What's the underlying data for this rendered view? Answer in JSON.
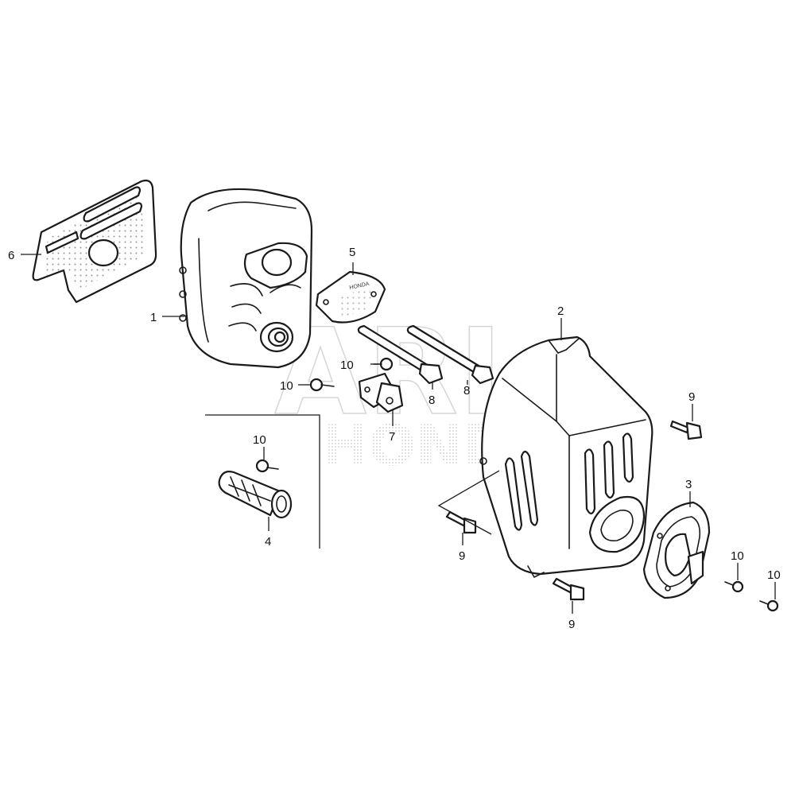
{
  "watermark": {
    "line1": "ARI",
    "line2": "HONDA"
  },
  "plate_text": "HONDA",
  "callouts": {
    "c1": "1",
    "c2": "2",
    "c3": "3",
    "c4": "4",
    "c5": "5",
    "c6": "6",
    "c7": "7",
    "c8a": "8",
    "c8b": "8",
    "c9a": "9",
    "c9b": "9",
    "c9c": "9",
    "c10a": "10",
    "c10b": "10",
    "c10c": "10",
    "c10d": "10",
    "c10e": "10"
  },
  "colors": {
    "line": "#1a1a1a",
    "watermark": "#d6d6d6",
    "background": "#ffffff"
  }
}
